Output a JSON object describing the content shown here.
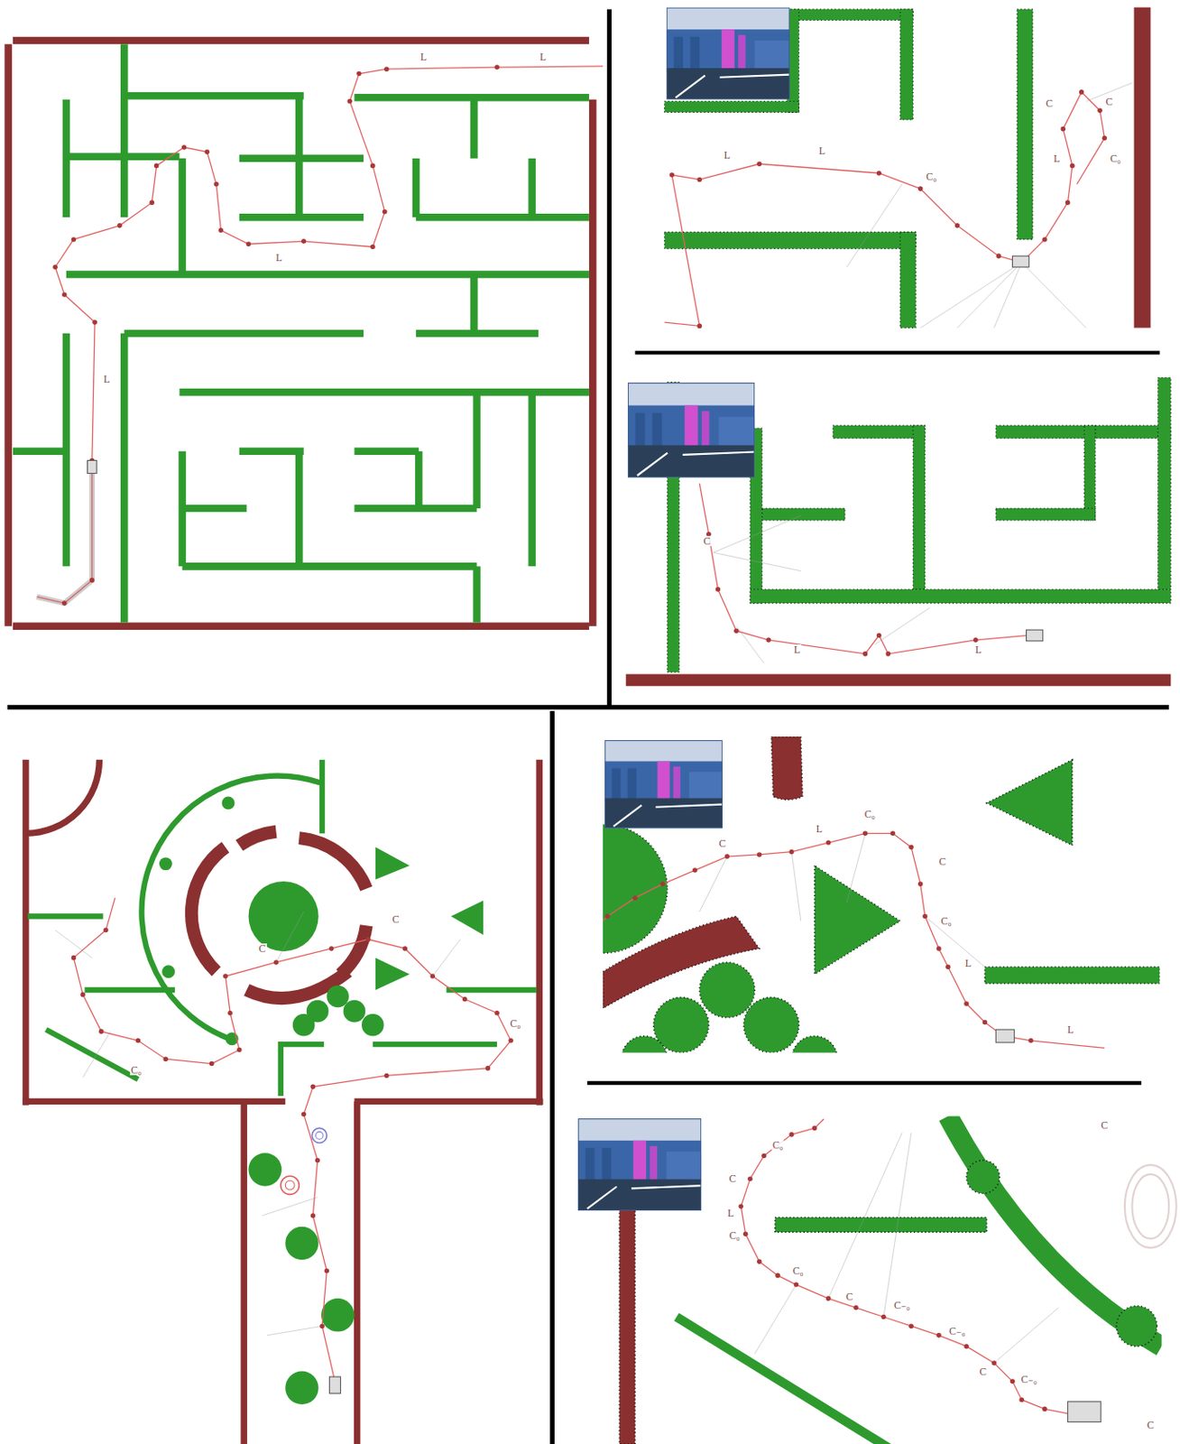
{
  "diagram": {
    "labels": [
      "L",
      "L",
      "L",
      "L",
      "L",
      "L",
      "C₀",
      "C",
      "C",
      "L",
      "C₀",
      "C",
      "L",
      "L",
      "C",
      "C₀",
      "C₀",
      "C",
      "C₀",
      "L",
      "C",
      "C",
      "C₀",
      "L",
      "L",
      "C₀",
      "C",
      "C",
      "L",
      "C₀",
      "C₀",
      "C",
      "C₋₀",
      "C₋₀",
      "C",
      "C₋₀",
      "C"
    ]
  }
}
